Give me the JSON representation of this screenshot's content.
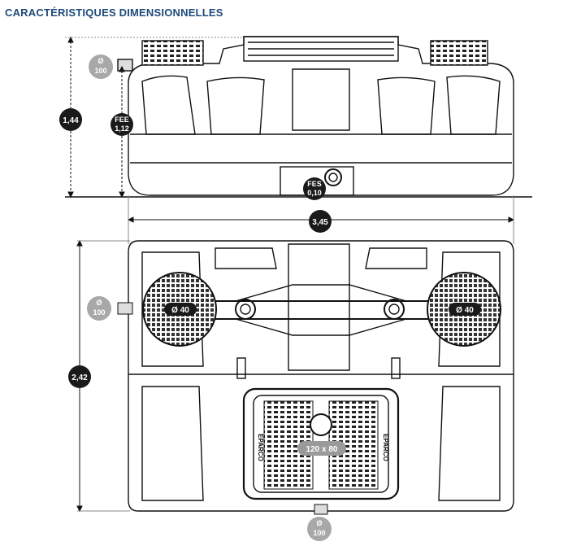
{
  "title": "CARACTÉRISTIQUES DIMENSIONNELLES",
  "colors": {
    "title": "#1e4a7a",
    "badge_dark": "#1a1a1a",
    "badge_grey": "#a8a8a8",
    "line": "#111111"
  },
  "side_view": {
    "inlet": {
      "symbol": "Ø",
      "value": "100"
    },
    "height": "1,44",
    "fee": {
      "label": "FEE",
      "value": "1,12"
    },
    "fes": {
      "label": "FES",
      "value": "0,10"
    },
    "length": "3,45"
  },
  "top_view": {
    "width": "2,42",
    "inlet": {
      "symbol": "Ø",
      "value": "100"
    },
    "left_access": "Ø 40",
    "right_access": "Ø 40",
    "cover": "120 x 80",
    "bottom_outlet": {
      "symbol": "Ø",
      "value": "100"
    },
    "brand_left": "EPARCO",
    "brand_right": "EPARCO"
  }
}
